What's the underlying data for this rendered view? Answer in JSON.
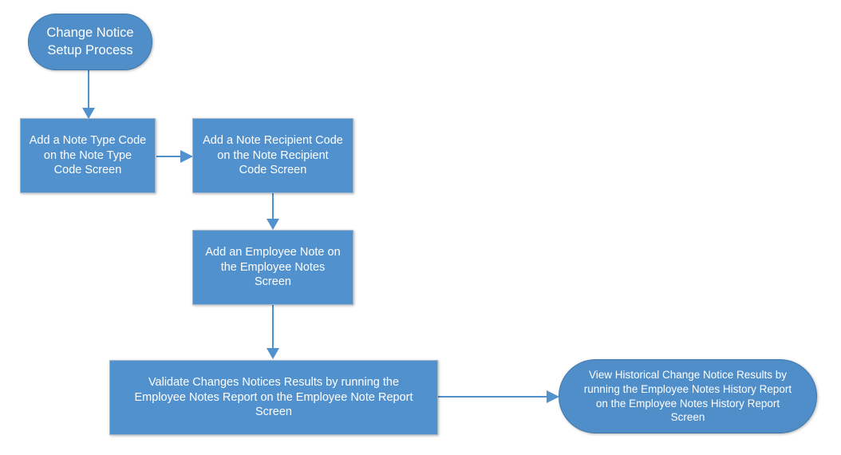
{
  "diagram": {
    "title": "Change Notice Setup Process",
    "accent_color": "#5191CE",
    "terminator_color": "#4F8EC9",
    "border_color": "#9FB6CB",
    "text_color": "#FFFFFF",
    "background_color": "#FFFFFF",
    "nodes": [
      {
        "id": "start",
        "shape": "terminator",
        "text": "Change Notice\nSetup Process"
      },
      {
        "id": "note-type-code",
        "shape": "process",
        "text": "Add a Note Type Code\non the Note Type\nCode Screen"
      },
      {
        "id": "note-recipient-code",
        "shape": "process",
        "text": "Add a Note Recipient Code\non the Note Recipient\nCode Screen"
      },
      {
        "id": "employee-note",
        "shape": "process",
        "text": "Add an Employee Note on\nthe Employee Notes\nScreen"
      },
      {
        "id": "validate-changes",
        "shape": "process",
        "text": "Validate Changes Notices Results by running the\nEmployee Notes Report on the Employee Note Report\nScreen"
      },
      {
        "id": "view-historical",
        "shape": "terminator",
        "text": "View Historical Change Notice Results by\nrunning the Employee Notes History Report\non the Employee Notes History Report\nScreen"
      }
    ],
    "connectors": [
      {
        "id": "start-to-note-type",
        "from": "start",
        "to": "note-type-code",
        "direction": "down"
      },
      {
        "id": "note-type-to-recipient",
        "from": "note-type-code",
        "to": "note-recipient-code",
        "direction": "right"
      },
      {
        "id": "recipient-to-employee-note",
        "from": "note-recipient-code",
        "to": "employee-note",
        "direction": "down"
      },
      {
        "id": "employee-note-to-validate",
        "from": "employee-note",
        "to": "validate-changes",
        "direction": "down"
      },
      {
        "id": "validate-to-view-historical",
        "from": "validate-changes",
        "to": "view-historical",
        "direction": "right"
      }
    ]
  }
}
